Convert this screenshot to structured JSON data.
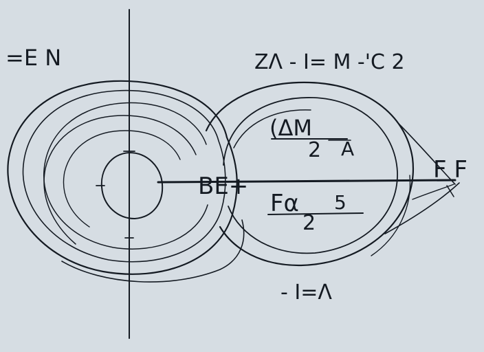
{
  "colors": {
    "background": "#d6dde3",
    "ink": "#141a22"
  },
  "labels": {
    "top_left": "=E N",
    "top_right": "ZΛ - I= M -'C 2",
    "upper_fraction_numerator": "(ΔM",
    "upper_fraction_denominator": "2",
    "upper_fraction_result": "A",
    "center": "BE+",
    "right_end": "F F",
    "lower_fraction_numerator": "Fα",
    "lower_fraction_denominator": "2",
    "lower_fraction_result": "5",
    "bottom": "- I=Λ"
  }
}
